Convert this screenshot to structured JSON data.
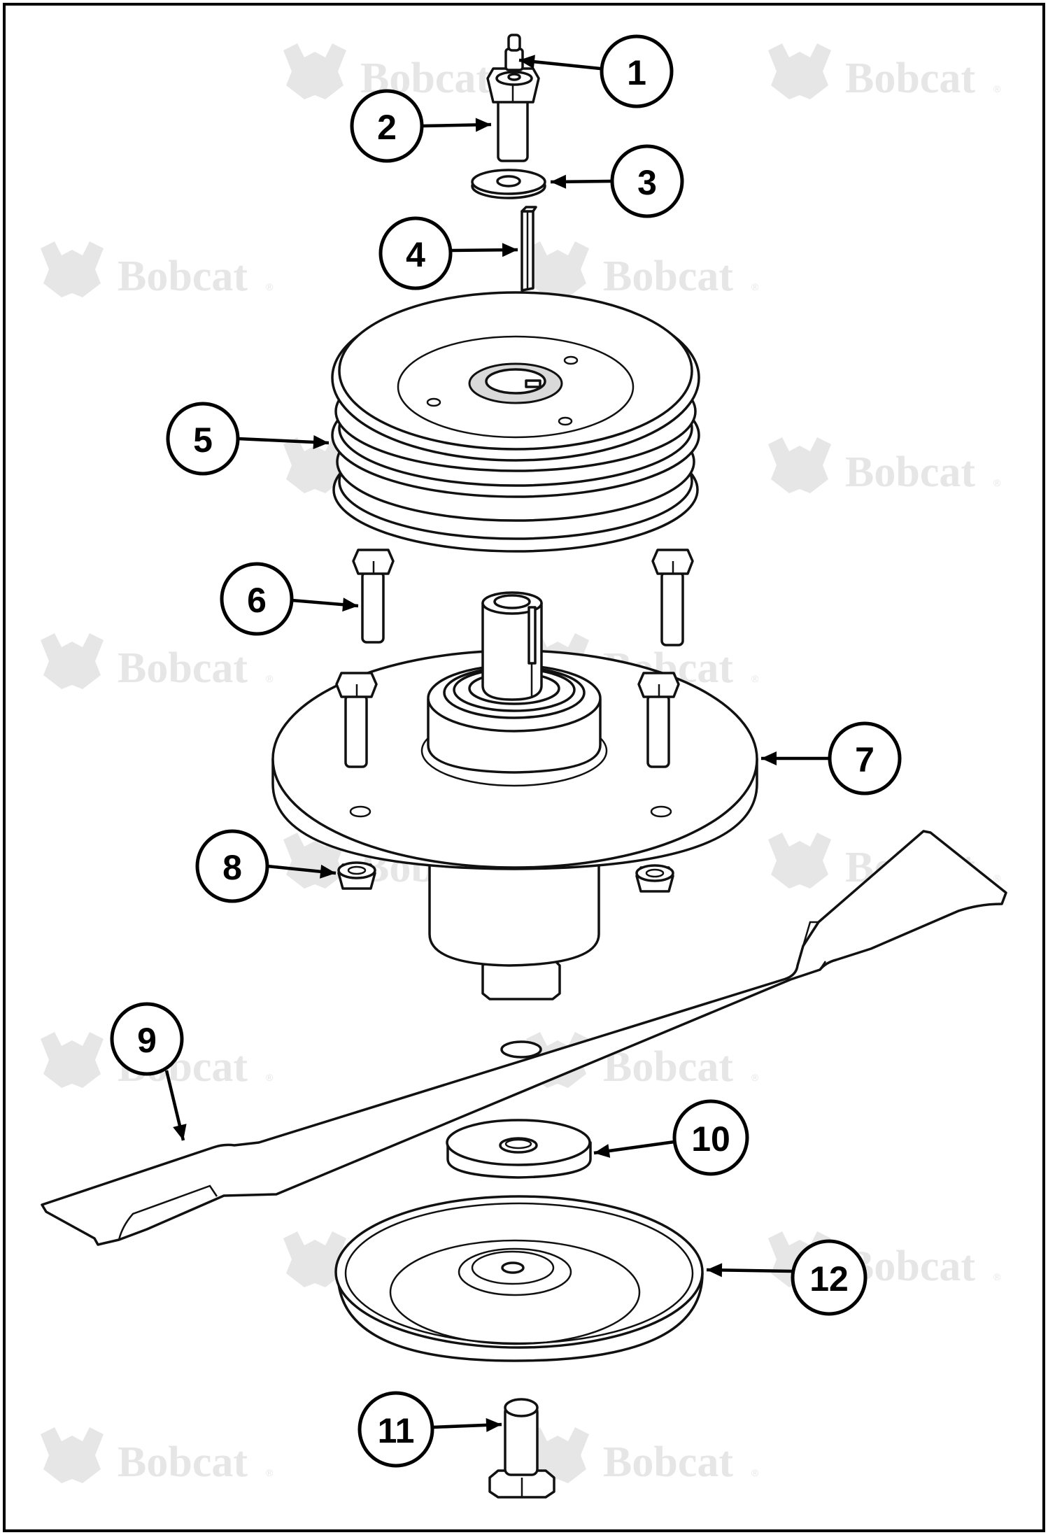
{
  "watermark": {
    "text": "Bobcat",
    "mark": "®"
  },
  "callouts": [
    {
      "id": "1",
      "label": "1"
    },
    {
      "id": "2",
      "label": "2"
    },
    {
      "id": "3",
      "label": "3"
    },
    {
      "id": "4",
      "label": "4"
    },
    {
      "id": "5",
      "label": "5"
    },
    {
      "id": "6",
      "label": "6"
    },
    {
      "id": "7",
      "label": "7"
    },
    {
      "id": "8",
      "label": "8"
    },
    {
      "id": "9",
      "label": "9"
    },
    {
      "id": "10",
      "label": "10"
    },
    {
      "id": "11",
      "label": "11"
    },
    {
      "id": "12",
      "label": "12"
    }
  ],
  "colors": {
    "line": "#111111",
    "watermark": "#e6e6e6",
    "background": "#ffffff"
  }
}
